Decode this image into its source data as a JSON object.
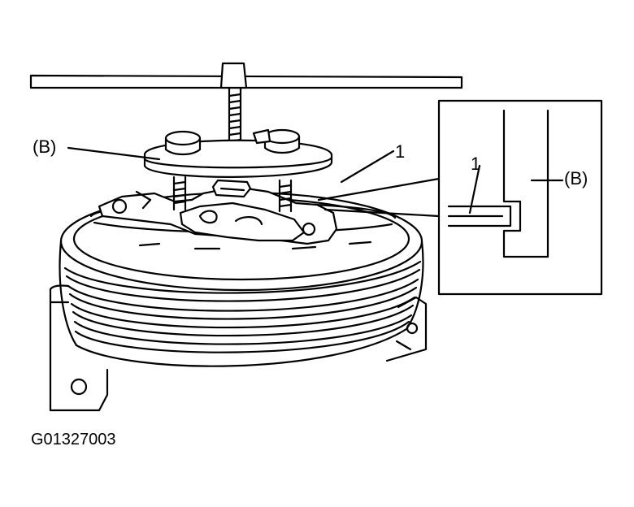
{
  "labels": {
    "b_main": "(B)",
    "one_main": "1",
    "one_inset": "1",
    "b_inset": "(B)"
  },
  "figure_code": "G01327003",
  "colors": {
    "ink": "#000000",
    "paper": "#ffffff"
  }
}
